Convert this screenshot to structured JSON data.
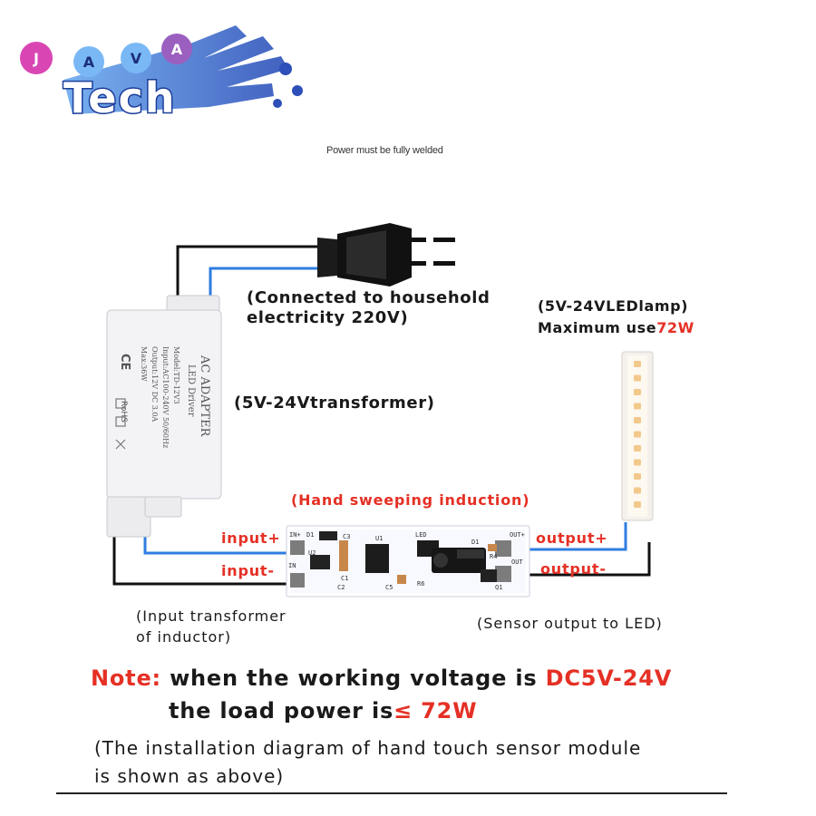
{
  "logo": {
    "letters": [
      "J",
      "A",
      "V",
      "A"
    ],
    "word": "Tech",
    "letter_colors": [
      "#d946b3",
      "#7ab8f5",
      "#7ab8f5",
      "#9b5fc0"
    ]
  },
  "top_note": "Power must be fully welded",
  "plug_label": [
    "(Connected to household",
    "electricity 220V)"
  ],
  "lamp_label": {
    "line1": "(5V-24VLEDlamp)",
    "line2_prefix": "Maximum use",
    "line2_value": "72W"
  },
  "transformer": {
    "label": "(5V-24Vtransformer)",
    "printed_text": [
      "AC ADAPTER",
      "LED Driver",
      "Model:TD-12V3",
      "Input:AC100-240V 50/60Hz",
      "Output:12V DC 3.0A",
      "Max:36W"
    ],
    "cert_marks": [
      "CE",
      "RoHS"
    ]
  },
  "module": {
    "title": "(Hand sweeping induction)",
    "input_plus": "input+",
    "input_minus": "input-",
    "output_plus": "output+",
    "output_minus": "output-",
    "silk": [
      "IN+",
      "IN",
      "D1",
      "U2",
      "C1",
      "C3",
      "C2",
      "U1",
      "LED",
      "R6",
      "C5",
      "Q1",
      "R4",
      "OUT+",
      "OUT",
      "D1"
    ]
  },
  "input_note": [
    "(Input transformer",
    "of inductor)"
  ],
  "sensor_note": "(Sensor output to LED)",
  "note": {
    "prefix": "Note:",
    "line1_text": "when the working voltage is",
    "line1_value": "DC5V-24V",
    "line2_text": "the load power is",
    "line2_value": "≤ 72W"
  },
  "caption": [
    "(The installation diagram of hand touch sensor module",
    "is shown as above)"
  ],
  "colors": {
    "accent_red": "#e53025",
    "wire_blue": "#2f7de1",
    "wire_black": "#111111",
    "pcb_blue": "#2c5fd1",
    "led_warm": "#f3c98b"
  }
}
